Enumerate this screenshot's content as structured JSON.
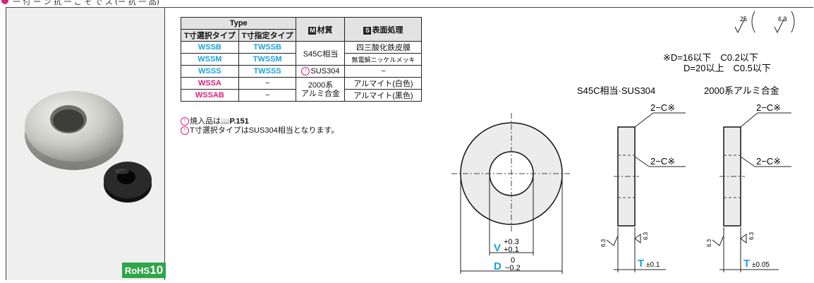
{
  "header": {
    "caption": "一 付 ー ン 抗 一 ご そ で ス (ー 抗 一 品)"
  },
  "table": {
    "type_header": "Type",
    "col_selectable": "T寸選択タイプ",
    "col_specified": "T寸指定タイプ",
    "material_badge": "M",
    "material_header": "材質",
    "surface_badge": "S",
    "surface_header": "表面処理",
    "rows": [
      {
        "sel": "WSSB",
        "spec": "TWSSB"
      },
      {
        "sel": "WSSM",
        "spec": "TWSSM"
      },
      {
        "sel": "WSSS",
        "spec": "TWSSS"
      },
      {
        "sel": "WSSA",
        "spec": "−"
      },
      {
        "sel": "WSSAB",
        "spec": "−"
      }
    ],
    "mat_s45c": "S45C相当",
    "mat_sus": "SUS304",
    "mat_al": "2000系\nアルミ合金",
    "surf_1": "四三酸化鉄皮膜",
    "surf_2": "無電解ニッケルメッキ",
    "surf_3": "−",
    "surf_4": "アルマイト(白色)",
    "surf_5": "アルマイト(黒色)"
  },
  "notes": {
    "line1_prefix": "焼入品は",
    "line1_ref": "P.151",
    "line2": "T寸選択タイプはSUS304相当となります。"
  },
  "badge": {
    "rohs_text": "RoHS",
    "rohs_num": "10"
  },
  "drawing": {
    "roughness_a": "25",
    "roughness_b": "6.3",
    "chamfer_line1": "※D=16以下　C0.2以下",
    "chamfer_line2": "D=20以上　C0.5以下",
    "label_steel": "S45C相当·SUS304",
    "label_al": "2000系アルミ合金",
    "chamfer_label": "2−C※",
    "v_label": "V",
    "v_tol_upper": "+0.3",
    "v_tol_lower": "+0.1",
    "d_label": "D",
    "d_tol_upper": "0",
    "d_tol_lower": "−0.2",
    "t_label": "T",
    "t_tol_steel": "±0.1",
    "t_tol_al": "±0.05",
    "rough_small": "6.3"
  },
  "colors": {
    "accent_blue": "#1aa0df",
    "accent_pink": "#e0207a",
    "rohs_green": "#2fa54a"
  }
}
